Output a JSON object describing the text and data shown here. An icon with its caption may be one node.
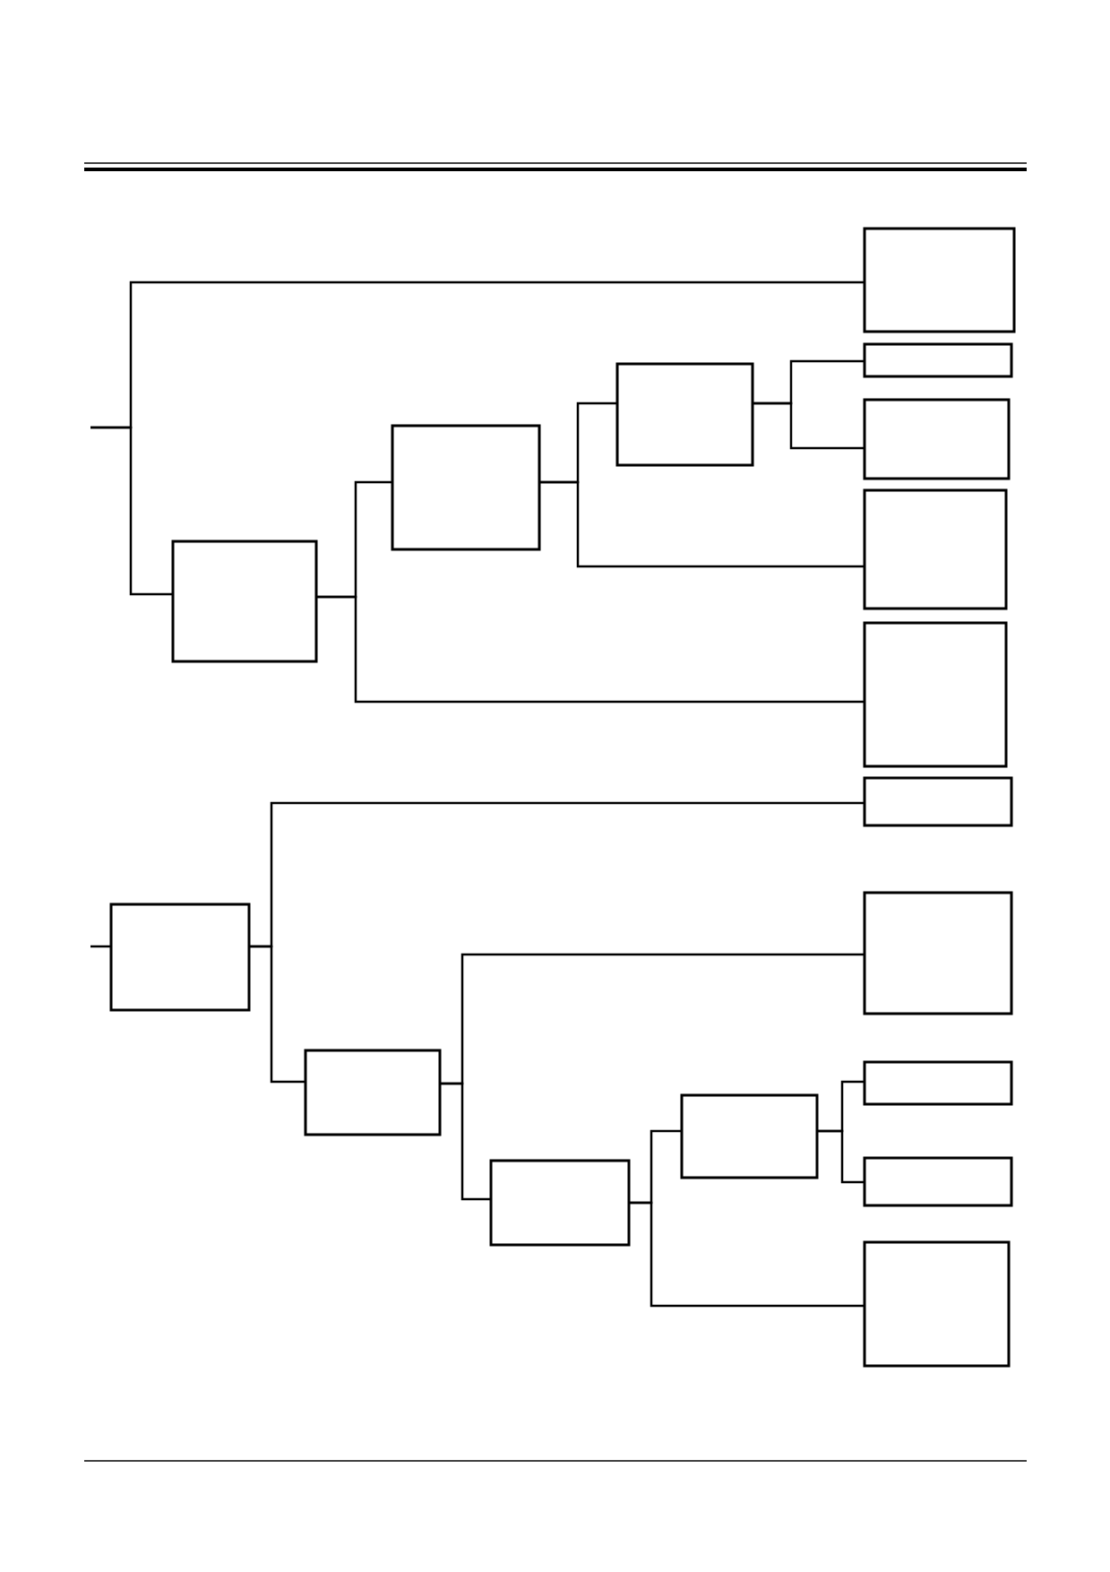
{
  "diagram": {
    "nodes": [
      {
        "text": [],
        "shape": "box"
      },
      {
        "text": [],
        "shape": "box"
      },
      {
        "text": [],
        "shape": "box"
      },
      {
        "text": [],
        "shape": "box"
      },
      {
        "text": [],
        "shape": "box"
      },
      {
        "text": [],
        "shape": "box"
      },
      {
        "text": [],
        "shape": "box"
      },
      {
        "text": [],
        "shape": "box"
      },
      {
        "text": [],
        "shape": "box"
      },
      {
        "text": [],
        "shape": "box"
      },
      {
        "text": [],
        "shape": "box"
      },
      {
        "text": [],
        "shape": "box"
      },
      {
        "text": [],
        "shape": "box"
      },
      {
        "text": [],
        "shape": "box"
      },
      {
        "text": [],
        "shape": "box"
      },
      {
        "text": [],
        "shape": "box"
      },
      {
        "text": [],
        "shape": "box"
      }
    ],
    "edges": [
      {
        "from": null,
        "to": 0,
        "arrow": "none"
      },
      {
        "from": null,
        "to": 1,
        "arrow": "none"
      },
      {
        "from": 1,
        "to": 2,
        "arrow": "none"
      },
      {
        "from": 1,
        "to": 7,
        "arrow": "none"
      },
      {
        "from": 2,
        "to": 3,
        "arrow": "none"
      },
      {
        "from": 2,
        "to": 6,
        "arrow": "none"
      },
      {
        "from": 3,
        "to": 4,
        "arrow": "none"
      },
      {
        "from": 3,
        "to": 5,
        "arrow": "none"
      },
      {
        "from": null,
        "to": 8,
        "arrow": "none"
      },
      {
        "from": 8,
        "to": 9,
        "arrow": "none"
      },
      {
        "from": 8,
        "to": 10,
        "arrow": "none"
      },
      {
        "from": 10,
        "to": 11,
        "arrow": "none"
      },
      {
        "from": 10,
        "to": 12,
        "arrow": "none"
      },
      {
        "from": 12,
        "to": 13,
        "arrow": "none"
      },
      {
        "from": 12,
        "to": 16,
        "arrow": "none"
      },
      {
        "from": 13,
        "to": 14,
        "arrow": "none"
      },
      {
        "from": 13,
        "to": 15,
        "arrow": "none"
      }
    ]
  }
}
